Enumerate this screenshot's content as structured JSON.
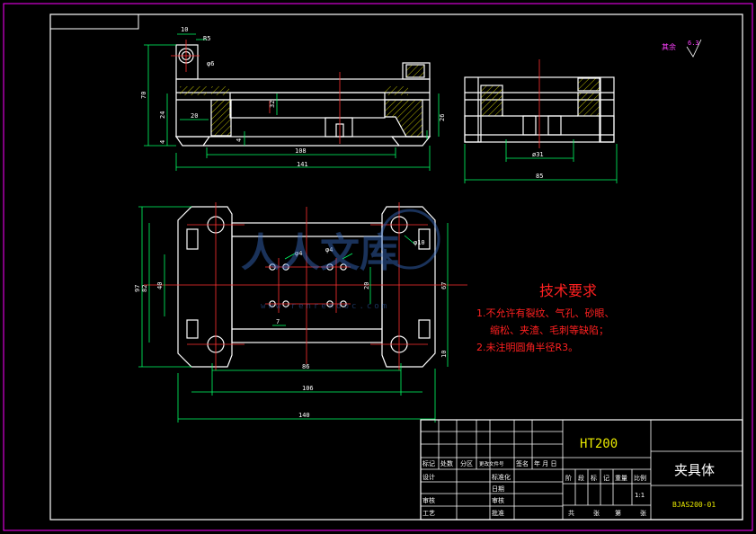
{
  "drawing": {
    "part_name": "夹具体",
    "drawing_number": "BJAS200-01",
    "material": "HT200",
    "scale": "1:1",
    "surface_finish": {
      "label": "其余",
      "value": "6.3"
    }
  },
  "technical_requirements": {
    "title": "技术要求",
    "items": [
      "1.不允许有裂纹、气孔、砂眼、",
      "缩松、夹渣、毛刺等缺陷；",
      "2.未注明圆角半径R3。"
    ]
  },
  "title_block": {
    "row_labels": [
      "标记",
      "处数",
      "分区",
      "更改文件号",
      "签名",
      "年 月 日"
    ],
    "design": "设计",
    "standardize": "标准化",
    "review": "审核",
    "process": "工艺",
    "approve": "批准",
    "date": "日期",
    "stage_headers": [
      "阶",
      "段",
      "标",
      "记",
      "重量",
      "比例"
    ],
    "sheet_info": [
      "共",
      "张",
      "第",
      "张"
    ]
  },
  "watermark": {
    "text": "人人文库",
    "url": "www.renrendoc.com"
  },
  "dimensions": {
    "front_view": [
      "10",
      "R5",
      "φ6",
      "70",
      "24",
      "4",
      "20",
      "32",
      "108",
      "141",
      "26",
      "4"
    ],
    "side_view": [
      "ø31",
      "85"
    ],
    "top_view": [
      "φ10",
      "φ4",
      "φ4",
      "97",
      "82",
      "40",
      "20",
      "67",
      "10",
      "7",
      "86",
      "106",
      "140"
    ]
  }
}
